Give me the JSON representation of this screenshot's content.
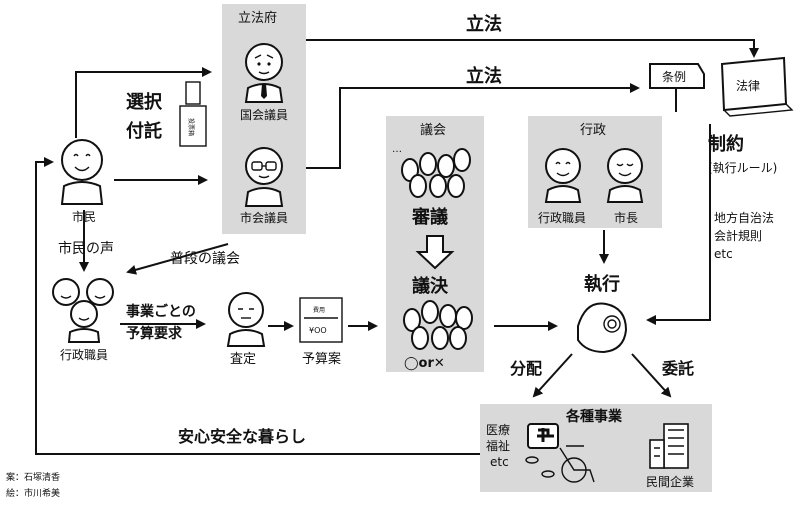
{
  "legislature": {
    "title": "立法府",
    "national_member": "国会議員",
    "city_member": "市会議員"
  },
  "citizen": {
    "label": "市民",
    "voice": "市民の声"
  },
  "election": {
    "line1": "選択",
    "line2": "付託",
    "ballot_box": "投票箱"
  },
  "flows": {
    "legislation_top": "立法",
    "legislation_mid": "立法",
    "regular_session": "普段の議会",
    "budget_request_1": "事業ごとの",
    "budget_request_2": "予算要求",
    "distribution": "分配",
    "consignment": "委託",
    "safe_life": "安心安全な暮らし"
  },
  "ordinance": "条例",
  "law": "法律",
  "regulation": {
    "title": "制約",
    "sub": "(執行ルール)",
    "ex1": "地方自治法",
    "ex2": "会計規則",
    "ex3": "etc"
  },
  "assembly": {
    "title": "議会",
    "deliberation": "審議",
    "resolution": "議決",
    "result": "◯or✕"
  },
  "administration": {
    "title": "行政",
    "staff": "行政職員",
    "mayor": "市長"
  },
  "execution": "執行",
  "staff_group": {
    "label": "行政職員"
  },
  "assessment": "査定",
  "budget_draft": {
    "label": "予算案",
    "doc_header": "費用",
    "doc_amount": "¥OO"
  },
  "projects": {
    "title": "各種事業",
    "medical_1": "医療",
    "medical_2": "福祉",
    "medical_3": "etc",
    "private": "民間企業"
  },
  "credits": {
    "idea": "案：石塚清香",
    "art": "絵：市川希美"
  },
  "colors": {
    "box_gray": "#d9d9d9",
    "ink": "#111111",
    "paper": "#ffffff"
  }
}
